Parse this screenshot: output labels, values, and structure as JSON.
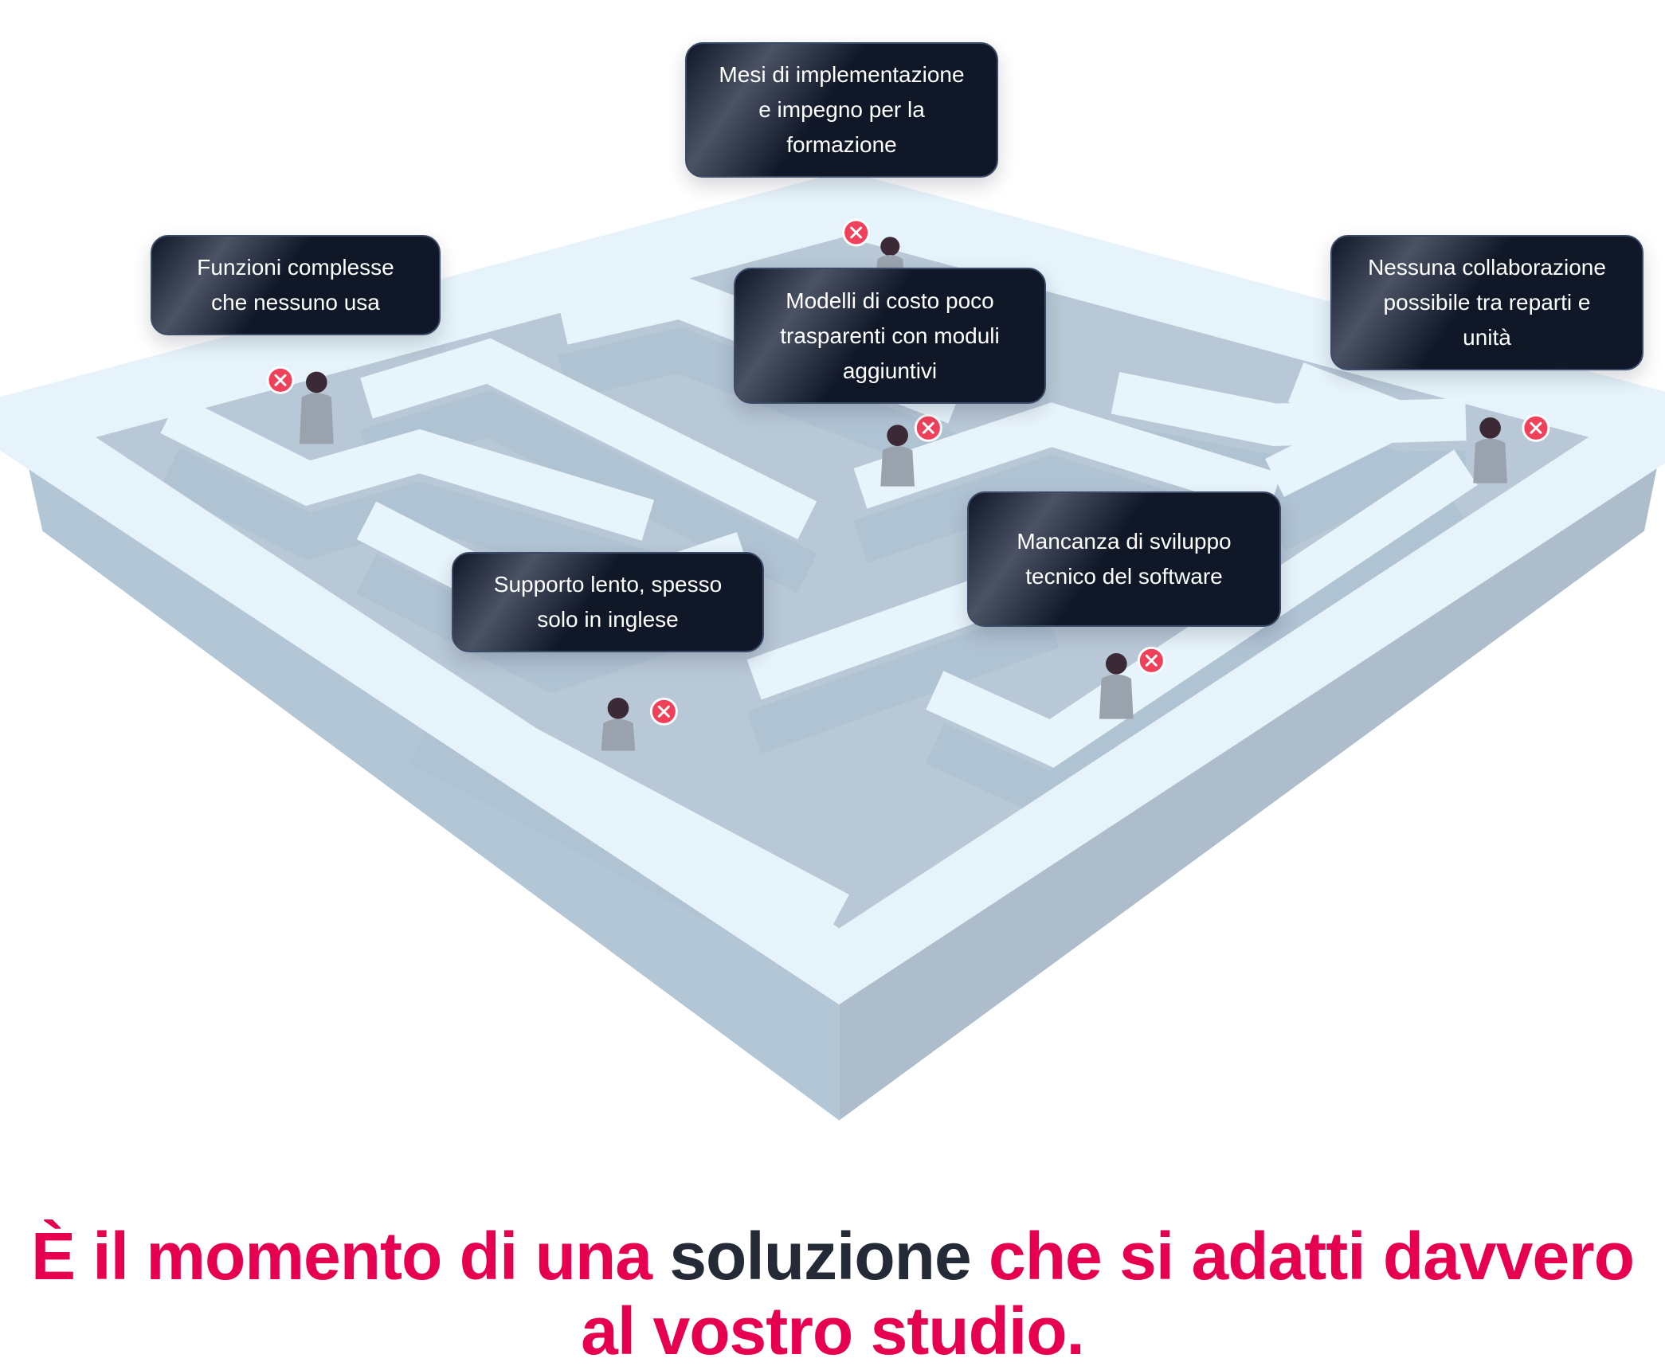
{
  "callouts": {
    "implementation": [
      "Mesi di implementazione",
      "e impegno per la",
      "formazione"
    ],
    "features": [
      "Funzioni complesse",
      "che nessuno usa"
    ],
    "pricing": [
      "Modelli di costo poco",
      "trasparenti con moduli",
      "aggiuntivi"
    ],
    "collaboration": [
      "Nessuna collaborazione",
      "possibile tra reparti e",
      "unità"
    ],
    "development": [
      "Mancanza di sviluppo",
      "tecnico del software"
    ],
    "support": [
      "Supporto lento, spesso",
      "solo in inglese"
    ]
  },
  "heading": {
    "part1": "È il momento di una ",
    "highlight": "soluzione",
    "part2": " che si adatti davvero al vostro studio."
  },
  "colors": {
    "accent": "#e6004f",
    "dark": "#252b36",
    "callout_bg": "#0f1729",
    "blocked": "#f0405a"
  },
  "icons": [
    "blocked-x-icon",
    "person-icon"
  ]
}
